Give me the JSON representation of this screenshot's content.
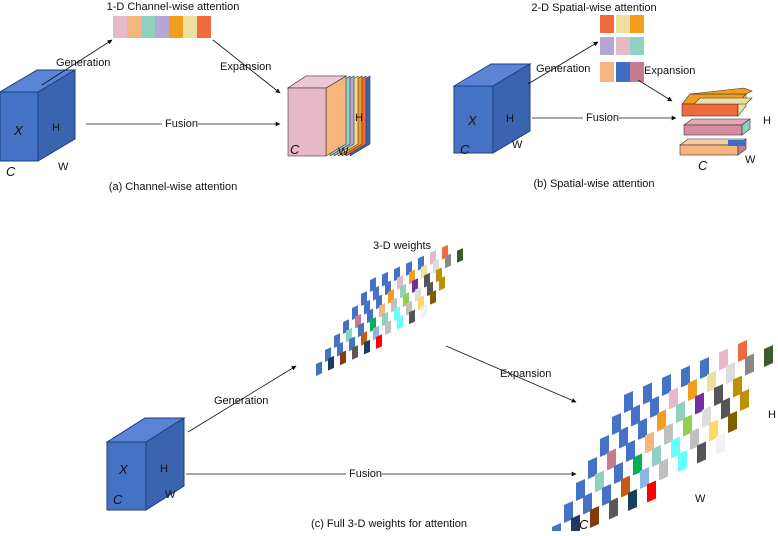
{
  "panel_a": {
    "title": "1-D Channel-wise attention",
    "caption": "(a) Channel-wise attention",
    "generation": "Generation",
    "expansion": "Expansion",
    "fusion": "Fusion",
    "cube_x": "X",
    "cube_h": "H",
    "cube_c": "C",
    "cube_w": "W",
    "out_h": "H",
    "out_c": "C",
    "out_w": "W"
  },
  "panel_b": {
    "title": "2-D Spatial-wise attention",
    "caption": "(b) Spatial-wise attention",
    "generation": "Generation",
    "expansion": "Expansion",
    "fusion": "Fusion",
    "cube_x": "X",
    "cube_h": "H",
    "cube_c": "C",
    "cube_w": "W",
    "out_h": "H",
    "out_c": "C",
    "out_w": "W"
  },
  "panel_c": {
    "title": "3-D weights",
    "caption": "(c) Full 3-D weights for attention",
    "generation": "Generation",
    "expansion": "Expansion",
    "fusion": "Fusion",
    "cube_x": "X",
    "cube_h": "H",
    "cube_c": "C",
    "cube_w": "W",
    "out_h": "H",
    "out_c": "C",
    "out_w": "W"
  },
  "colors": {
    "cube_front": "#4472c4",
    "cube_top": "#5b84d6",
    "cube_side": "#3a63b0",
    "cube_edge": "#1f3f80",
    "channel_strip": [
      "#e6b8c8",
      "#f5b57c",
      "#8fd1c0",
      "#b4a7d6",
      "#f29d1e",
      "#ece0a0",
      "#f06a3c"
    ],
    "spatial_grid": [
      "#f06a3c",
      "#ece0a0",
      "#f29d1e",
      "#b4a7d6",
      "#e6b8c8",
      "#8fd1c0",
      "#f5b57c",
      "#3f6fc2",
      "#c77b8f"
    ]
  }
}
